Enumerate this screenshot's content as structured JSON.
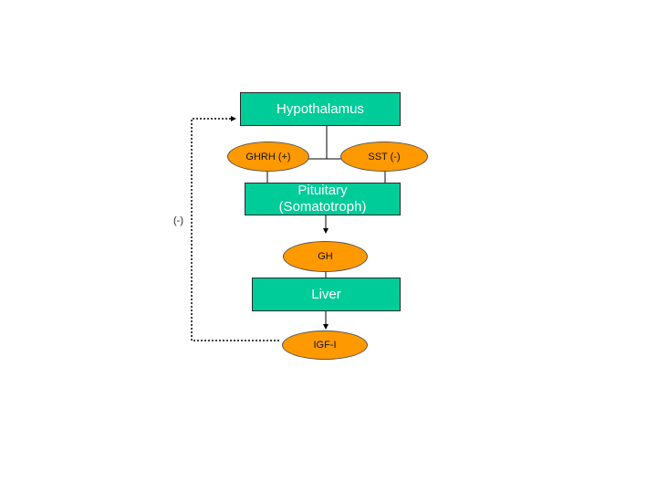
{
  "colors": {
    "box_fill": "#00cc99",
    "oval_fill": "#ff9900",
    "line": "#000000"
  },
  "nodes": {
    "hypothalamus": "Hypothalamus",
    "ghrh": "GHRH (+)",
    "sst": "SST (-)",
    "pituitary_line1": "Pituitary",
    "pituitary_line2": "(Somatotroph)",
    "gh": "GH",
    "liver": "Liver",
    "igf1": "IGF-I"
  },
  "feedback_label": "(-)"
}
